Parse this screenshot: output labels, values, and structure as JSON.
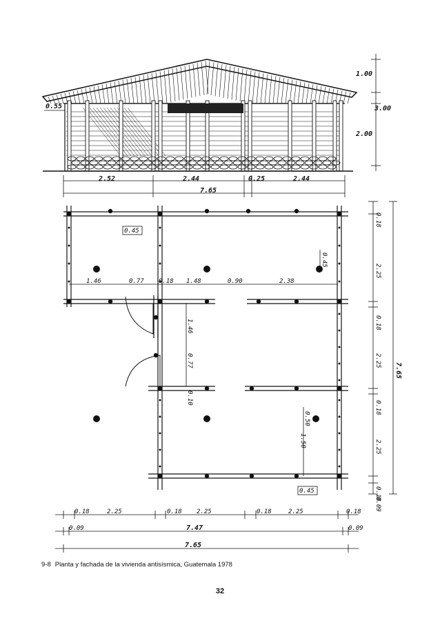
{
  "figure": {
    "elevation": {
      "dims_bottom": [
        "2.52",
        "2.44",
        "0.25",
        "2.44"
      ],
      "dim_total": "7.65",
      "dims_right": [
        "1.00",
        "3.00",
        "2.00"
      ],
      "dim_eave": "0.55"
    },
    "plan": {
      "interior_dims": [
        "1.46",
        "0.77",
        "0.18",
        "1.48",
        "0.90",
        "2.38"
      ],
      "vertical_dims": [
        "1.46",
        "0.77",
        "0.10"
      ],
      "lower_dims": [
        "0.50",
        "1.50"
      ],
      "small_dims": [
        "0.45",
        "0.45",
        "0.45"
      ],
      "right_dims": [
        "0.18",
        "2.25",
        "0.18",
        "2.25",
        "0.18",
        "2.25",
        "0.18",
        "0.09"
      ],
      "right_total": "7.65",
      "bottom_dims": [
        "0.18",
        "2.25",
        "0.18",
        "2.25",
        "0.18",
        "2.25",
        "0.18"
      ],
      "bottom_row2": [
        "0.09",
        "7.47",
        "0.09"
      ],
      "bottom_total": "7.65"
    }
  },
  "caption": {
    "number": "9-8",
    "text": "Planta y fachada de la vivienda antisísmica, Guatemala 1978"
  },
  "page_number": "32"
}
